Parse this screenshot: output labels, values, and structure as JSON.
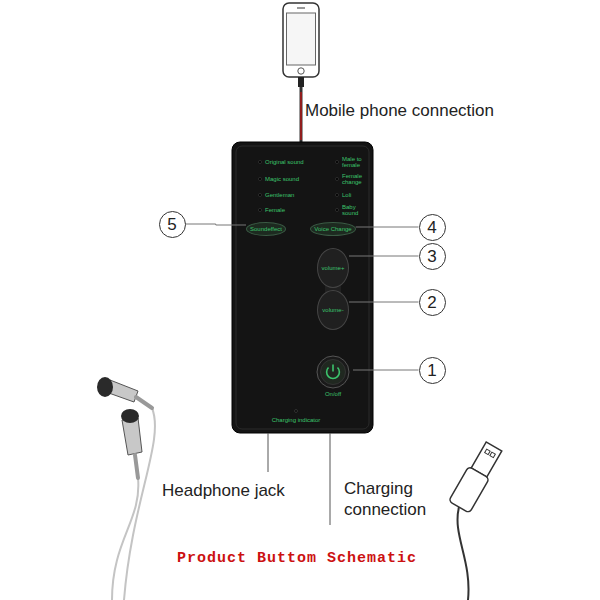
{
  "diagram": {
    "caption": "Product Buttom Schematic",
    "nodes": [
      {
        "text": [
          "Original sound",
          "Magic sound",
          "Gentleman",
          "Female",
          "Male to female",
          "Female change",
          "Loli",
          "Baby sound",
          "Charging indicator"
        ]
      },
      {
        "text": [
          "Soundeffect"
        ],
        "in": 0
      },
      {
        "text": [
          "Voice Change"
        ],
        "in": 0
      },
      {
        "text": [
          "volume+"
        ],
        "in": 0
      },
      {
        "text": [
          "volume-"
        ],
        "in": 0
      },
      {
        "text": [
          "On/off"
        ],
        "in": 0
      },
      {
        "text": [
          "5"
        ]
      },
      {
        "text": [
          "4"
        ]
      },
      {
        "text": [
          "3"
        ]
      },
      {
        "text": [
          "2"
        ]
      },
      {
        "text": [
          "1"
        ]
      }
    ],
    "edges": [
      {
        "from": 6,
        "to": 1,
        "arrow": "none"
      },
      {
        "from": 7,
        "to": 2,
        "arrow": "none"
      },
      {
        "from": 8,
        "to": 3,
        "arrow": "none"
      },
      {
        "from": 9,
        "to": 4,
        "arrow": "none"
      },
      {
        "from": 10,
        "to": 5,
        "arrow": "none"
      }
    ],
    "labels": [
      "Mobile phone connection",
      "Headphone jack",
      "Charging connection"
    ]
  }
}
